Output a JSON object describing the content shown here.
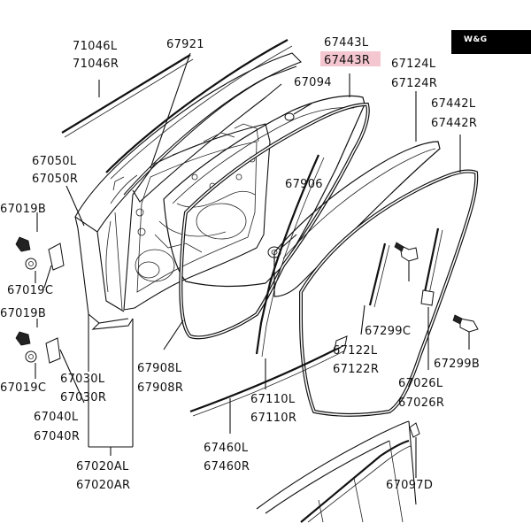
{
  "badge": {
    "text": "W&G"
  },
  "highlight_part": "67443R",
  "labels": {
    "p71046L": "71046L",
    "p71046R": "71046R",
    "p67921": "67921",
    "p67443L": "67443L",
    "p67443R": "67443R",
    "p67124L": "67124L",
    "p67124R": "67124R",
    "p67094": "67094",
    "p67442L": "67442L",
    "p67442R": "67442R",
    "p67050L": "67050L",
    "p67050R": "67050R",
    "p67906": "67906",
    "p67019B_a": "67019B",
    "p67019C_a": "67019C",
    "p67019B_b": "67019B",
    "p67019C_b": "67019C",
    "p67299C": "67299C",
    "p67122L": "67122L",
    "p67122R": "67122R",
    "p67908L": "67908L",
    "p67908R": "67908R",
    "p67299B": "67299B",
    "p67030L": "67030L",
    "p67030R": "67030R",
    "p67026L": "67026L",
    "p67026R": "67026R",
    "p67040L": "67040L",
    "p67040R": "67040R",
    "p67110L": "67110L",
    "p67110R": "67110R",
    "p67460L": "67460L",
    "p67460R": "67460R",
    "p67020AL": "67020AL",
    "p67020AR": "67020AR",
    "p67097D": "67097D"
  }
}
